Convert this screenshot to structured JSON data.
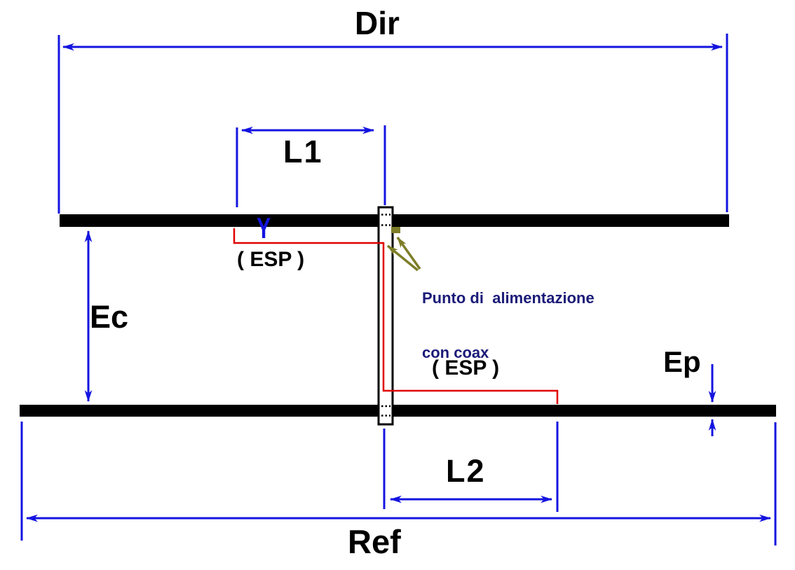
{
  "diagram": {
    "description": "Antenna element dimension drawing (2-element HB9CV / phased array) with director and reflector elements on a boom",
    "labels": {
      "dir": "Dir",
      "l1": "L1",
      "ec": "Ec",
      "ep": "Ep",
      "l2": "L2",
      "ref": "Ref",
      "esp_top": "( ESP )",
      "esp_bottom": "( ESP )",
      "feed_symbol": "Y",
      "feed_note_line1": "Punto di  alimentazione",
      "feed_note_line2": "con coax"
    },
    "colors": {
      "dimension_blue": "#1414e0",
      "element_black": "#000000",
      "esp_red": "#e00000",
      "callout_olive": "#7d7d28",
      "note_navy": "#1b1b78",
      "background": "#ffffff"
    }
  }
}
